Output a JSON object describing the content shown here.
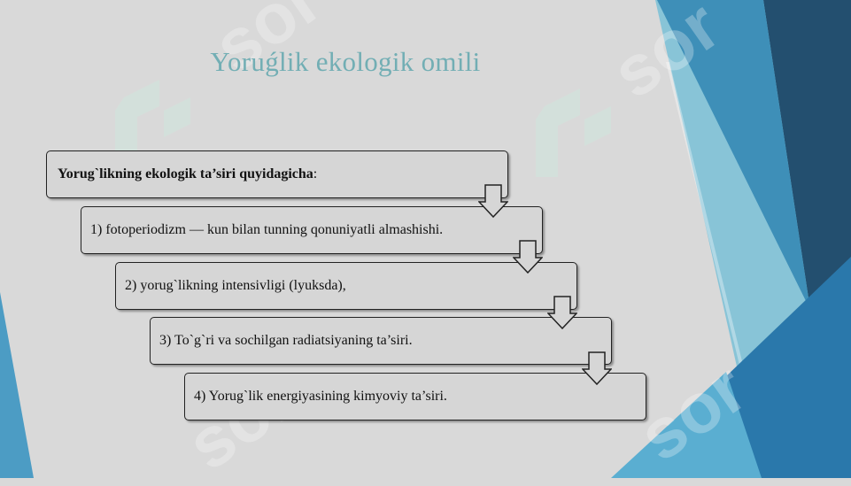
{
  "slide": {
    "title": "Yoruǵlik ekologik omili"
  },
  "diagram": {
    "header": "Yorug`likning ekologik ta’siri quyidagicha",
    "header_colon": ":",
    "steps": [
      "1) fotoperiodizm — kun bilan tunning qonuniyatli almashishi.",
      "2) yorug`likning intensivligi (lyuksda),",
      "3) To`g`ri va sochilgan radiatsiyaning ta’siri.",
      "4) Yorug`lik energiyasining kimyoviy ta’siri."
    ],
    "connector_icon": "down-arrow-icon"
  },
  "watermark": {
    "text": "sor",
    "color": "#ffffff"
  },
  "colors": {
    "background": "#d9d9d9",
    "title": "#72aeb4",
    "accent_dark": "#1f4e6e",
    "accent_mid": "#2f7fb0",
    "accent_light": "#5fb6d6"
  }
}
